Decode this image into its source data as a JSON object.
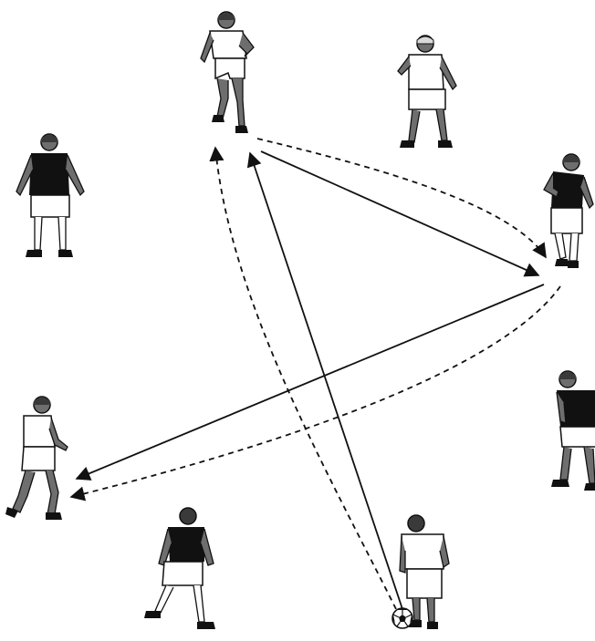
{
  "diagram": {
    "background": "#ffffff",
    "colors": {
      "line": "#111111",
      "dark_shirt": "#111111",
      "light_shirt": "#ffffff",
      "skin": "#6e6e6e",
      "hair_dark": "#3a3a3a",
      "hair_light": "#d9d9d9",
      "shorts": "#ffffff",
      "socks_light": "#ffffff",
      "socks_dark": "#7a7a7a",
      "shoes": "#111111"
    },
    "players": [
      {
        "id": "p1",
        "role": "passer",
        "team": "white",
        "has_ball": true
      },
      {
        "id": "p2",
        "role": "receiver-left",
        "team": "white"
      },
      {
        "id": "p3",
        "role": "receiver-top",
        "team": "white"
      },
      {
        "id": "p4",
        "role": "receiver-right",
        "team": "dark"
      },
      {
        "id": "p5",
        "role": "defender",
        "team": "white"
      },
      {
        "id": "p6",
        "role": "defender",
        "team": "dark"
      },
      {
        "id": "p7",
        "role": "defender",
        "team": "dark"
      },
      {
        "id": "p8",
        "role": "defender",
        "team": "dark"
      }
    ],
    "moves": [
      {
        "type": "pass",
        "style": "solid",
        "from": "p1",
        "to": "p3"
      },
      {
        "type": "pass",
        "style": "solid",
        "from": "p3",
        "to": "p4"
      },
      {
        "type": "pass",
        "style": "solid",
        "from": "p4",
        "to": "p2"
      },
      {
        "type": "run",
        "style": "dashed",
        "from": "p1",
        "to": "p3"
      },
      {
        "type": "run",
        "style": "dashed",
        "from": "p3",
        "to": "p4"
      },
      {
        "type": "run",
        "style": "dashed",
        "from": "p4",
        "to": "p2"
      }
    ],
    "icons": {
      "ball": "soccer-ball-icon",
      "player": "player-figure-icon"
    }
  }
}
